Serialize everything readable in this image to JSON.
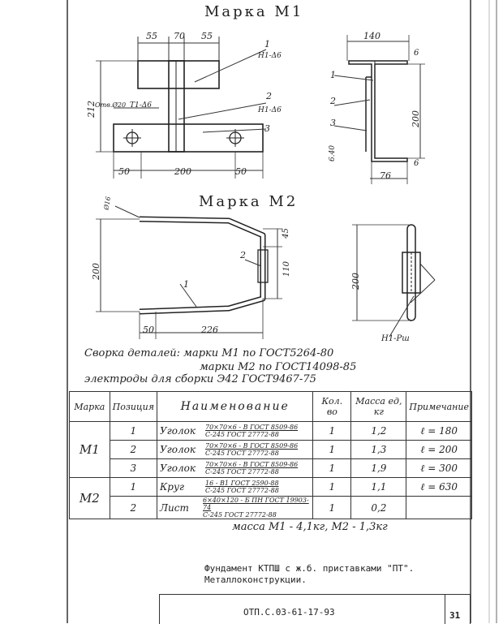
{
  "m1": {
    "title": "Марка М1",
    "dims": {
      "d55a": "55",
      "d70": "70",
      "d55b": "55",
      "d212": "212",
      "d50a": "50",
      "d200": "200",
      "d50b": "50",
      "d140": "140",
      "d6a": "6",
      "d200v": "200",
      "d6b": "6",
      "d40": "6.40",
      "d76": "76"
    },
    "callouts": {
      "c1": "1",
      "c2": "2",
      "c3": "3",
      "s1": "1",
      "s2": "2",
      "s3": "3"
    },
    "welds": {
      "w1": "Н1-Δ6",
      "w2": "Н1-Δ6",
      "w3": "Т1-Δ6",
      "hole": "Отв.Ø20"
    }
  },
  "m2": {
    "title": "Марка М2",
    "dims": {
      "d16": "Ø16",
      "d200": "200",
      "d45": "45",
      "d110": "110",
      "d50": "50",
      "d226": "226",
      "d200b": "200"
    },
    "callouts": {
      "c2": "2",
      "c1": "1"
    },
    "weld": "Н1-Рш"
  },
  "notes": [
    "Сворка деталей: марки М1 по ГОСТ5264-80",
    "марки М2 по ГОСТ14098-85",
    "электроды для сборки Э42 ГОСТ9467-75"
  ],
  "table": {
    "headers": [
      "Марка",
      "Позиция",
      "Наименование",
      "Кол. во",
      "Масса ед, кг",
      "Примечание"
    ],
    "rows": [
      {
        "mark": "",
        "pos": "1",
        "name": "Уголок",
        "gost1": "70×70×6 - В ГОСТ 8509-86",
        "gost2": "С-245 ГОСТ 27772-88",
        "qty": "1",
        "mass": "1,2",
        "note": "ℓ = 180"
      },
      {
        "mark": "М1",
        "pos": "2",
        "name": "Уголок",
        "gost1": "70×70×6 - В ГОСТ 8509-86",
        "gost2": "С-245 ГОСТ 27772-88",
        "qty": "1",
        "mass": "1,3",
        "note": "ℓ = 200"
      },
      {
        "mark": "",
        "pos": "3",
        "name": "Уголок",
        "gost1": "70×70×6 - В ГОСТ 8509-86",
        "gost2": "С-245 ГОСТ 27772-88",
        "qty": "1",
        "mass": "1,9",
        "note": "ℓ = 300"
      },
      {
        "mark": "М2",
        "pos": "1",
        "name": "Круг",
        "gost1": "16 - В1 ГОСТ 2590-88",
        "gost2": "С-245 ГОСТ 27772-88",
        "qty": "1",
        "mass": "1,1",
        "note": "ℓ = 630"
      },
      {
        "mark": "",
        "pos": "2",
        "name": "Лист",
        "gost1": "6×40×120 - Б ПН ГОСТ 19903-74",
        "gost2": "С-245 ГОСТ 27772-88",
        "qty": "1",
        "mass": "0,2",
        "note": ""
      }
    ]
  },
  "mass_total": "масса М1 - 4,1кг, М2 - 1,3кг",
  "title_block": {
    "line1": "Фундамент КТПШ с ж.б. приставками \"ПТ\".",
    "line2": "Металлоконструкции.",
    "code": "ОТП.С.03-61-17-93",
    "sheet": "31"
  }
}
